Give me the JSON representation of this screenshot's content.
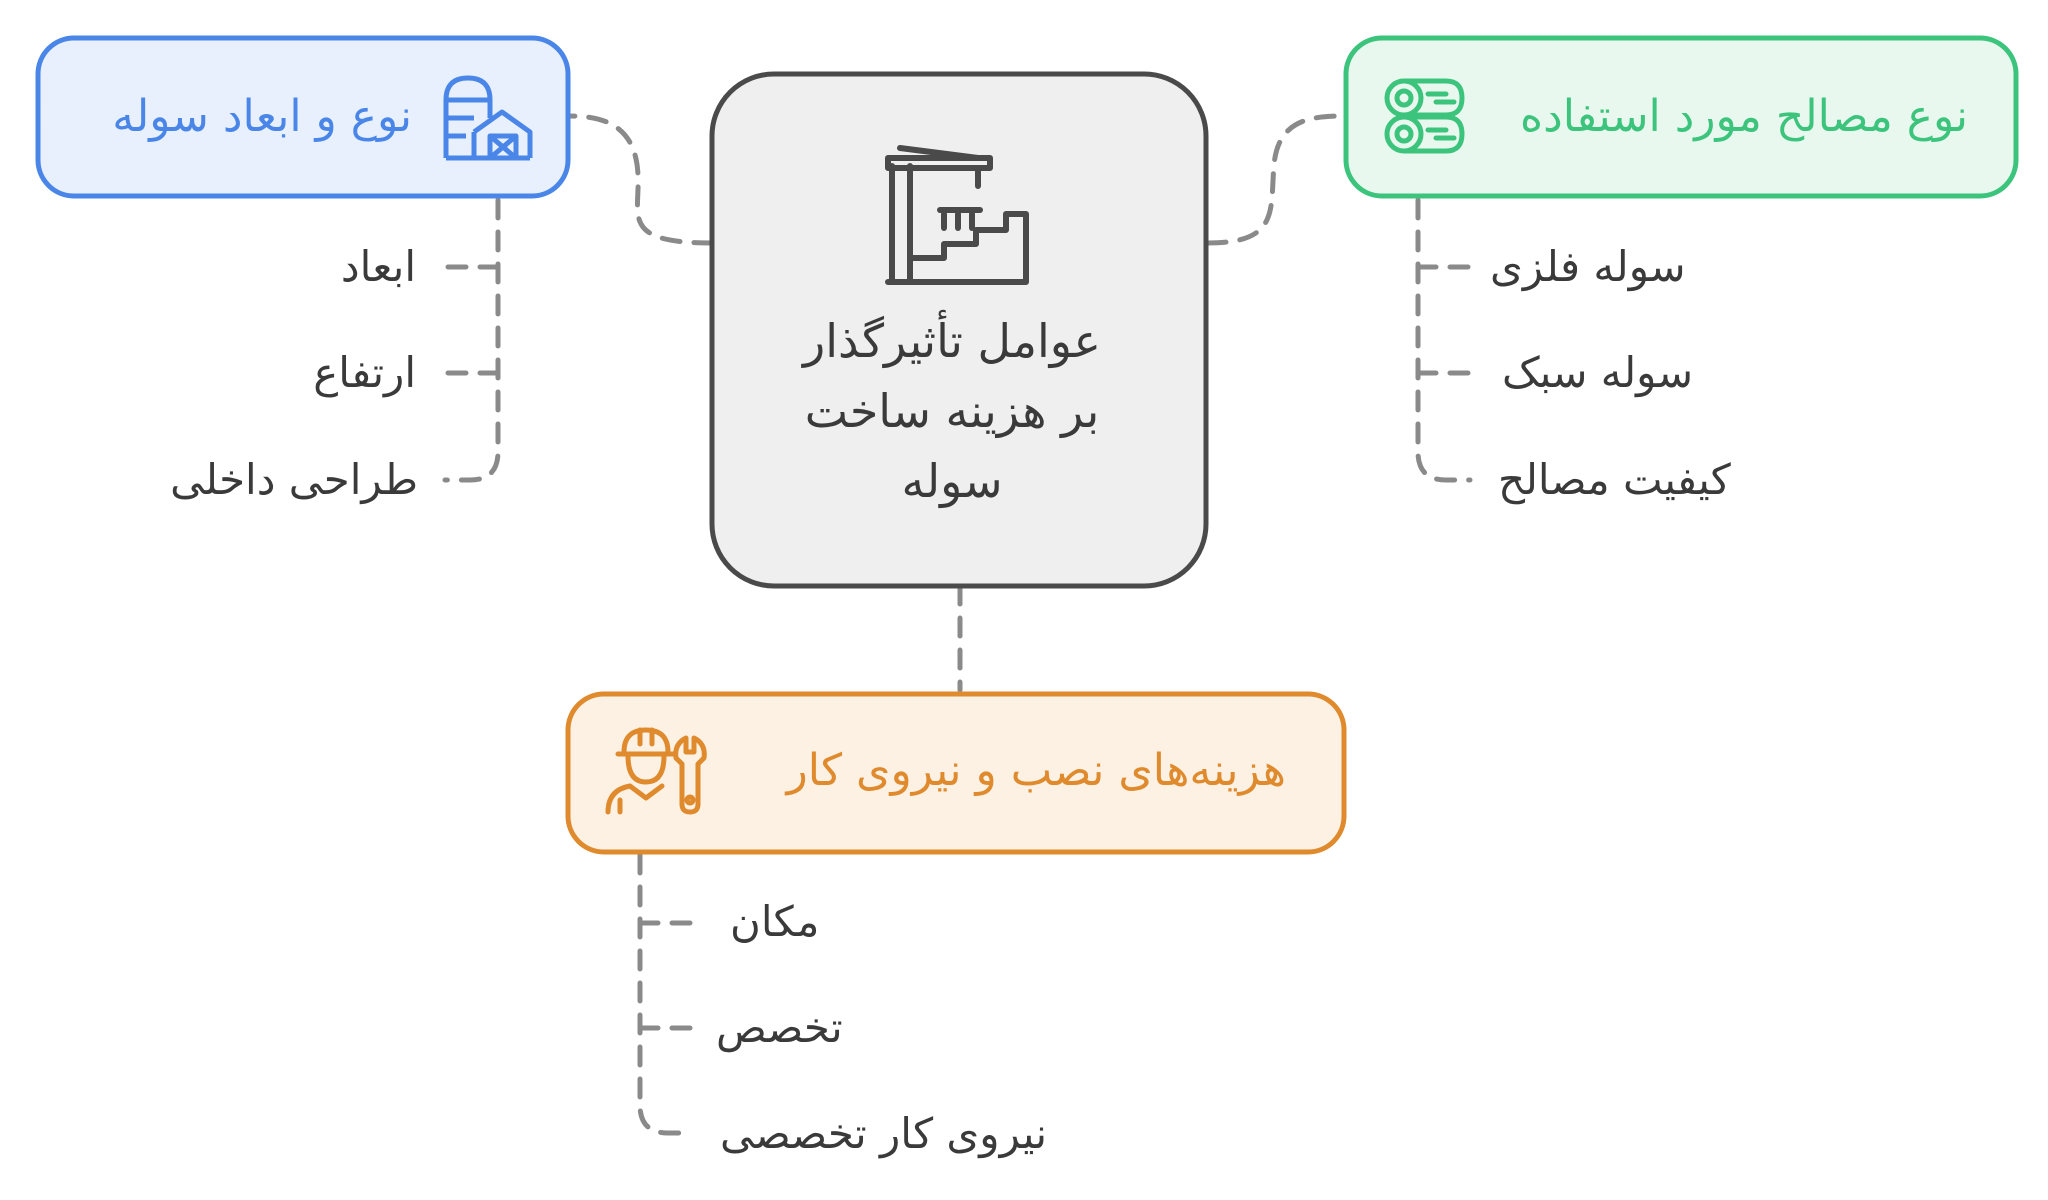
{
  "center": {
    "title": "عوامل تأثیرگذار\nبر هزینه ساخت\nسوله"
  },
  "left_branch": {
    "title": "نوع و ابعاد سوله",
    "items": [
      "ابعاد",
      "ارتفاع",
      "طراحی داخلی"
    ],
    "icon": "barn-silo-icon",
    "color": "#4a86e8",
    "fill": "#e8f0fe"
  },
  "right_branch": {
    "title": "نوع مصالح مورد استفاده",
    "items": [
      "سوله فلزی",
      "سوله سبک",
      "کیفیت مصالح"
    ],
    "icon": "lumber-logs-icon",
    "color": "#3cc47c",
    "fill": "#e9f8ef"
  },
  "bottom_branch": {
    "title": "هزینه‌های نصب و نیروی کار",
    "items": [
      "مکان",
      "تخصص",
      "نیروی کار تخصصی"
    ],
    "icon": "worker-wrench-icon",
    "color": "#e08a2e",
    "fill": "#fdf1e4"
  },
  "center_icon": "crane-building-icon",
  "connector_color": "#8a8a8a"
}
